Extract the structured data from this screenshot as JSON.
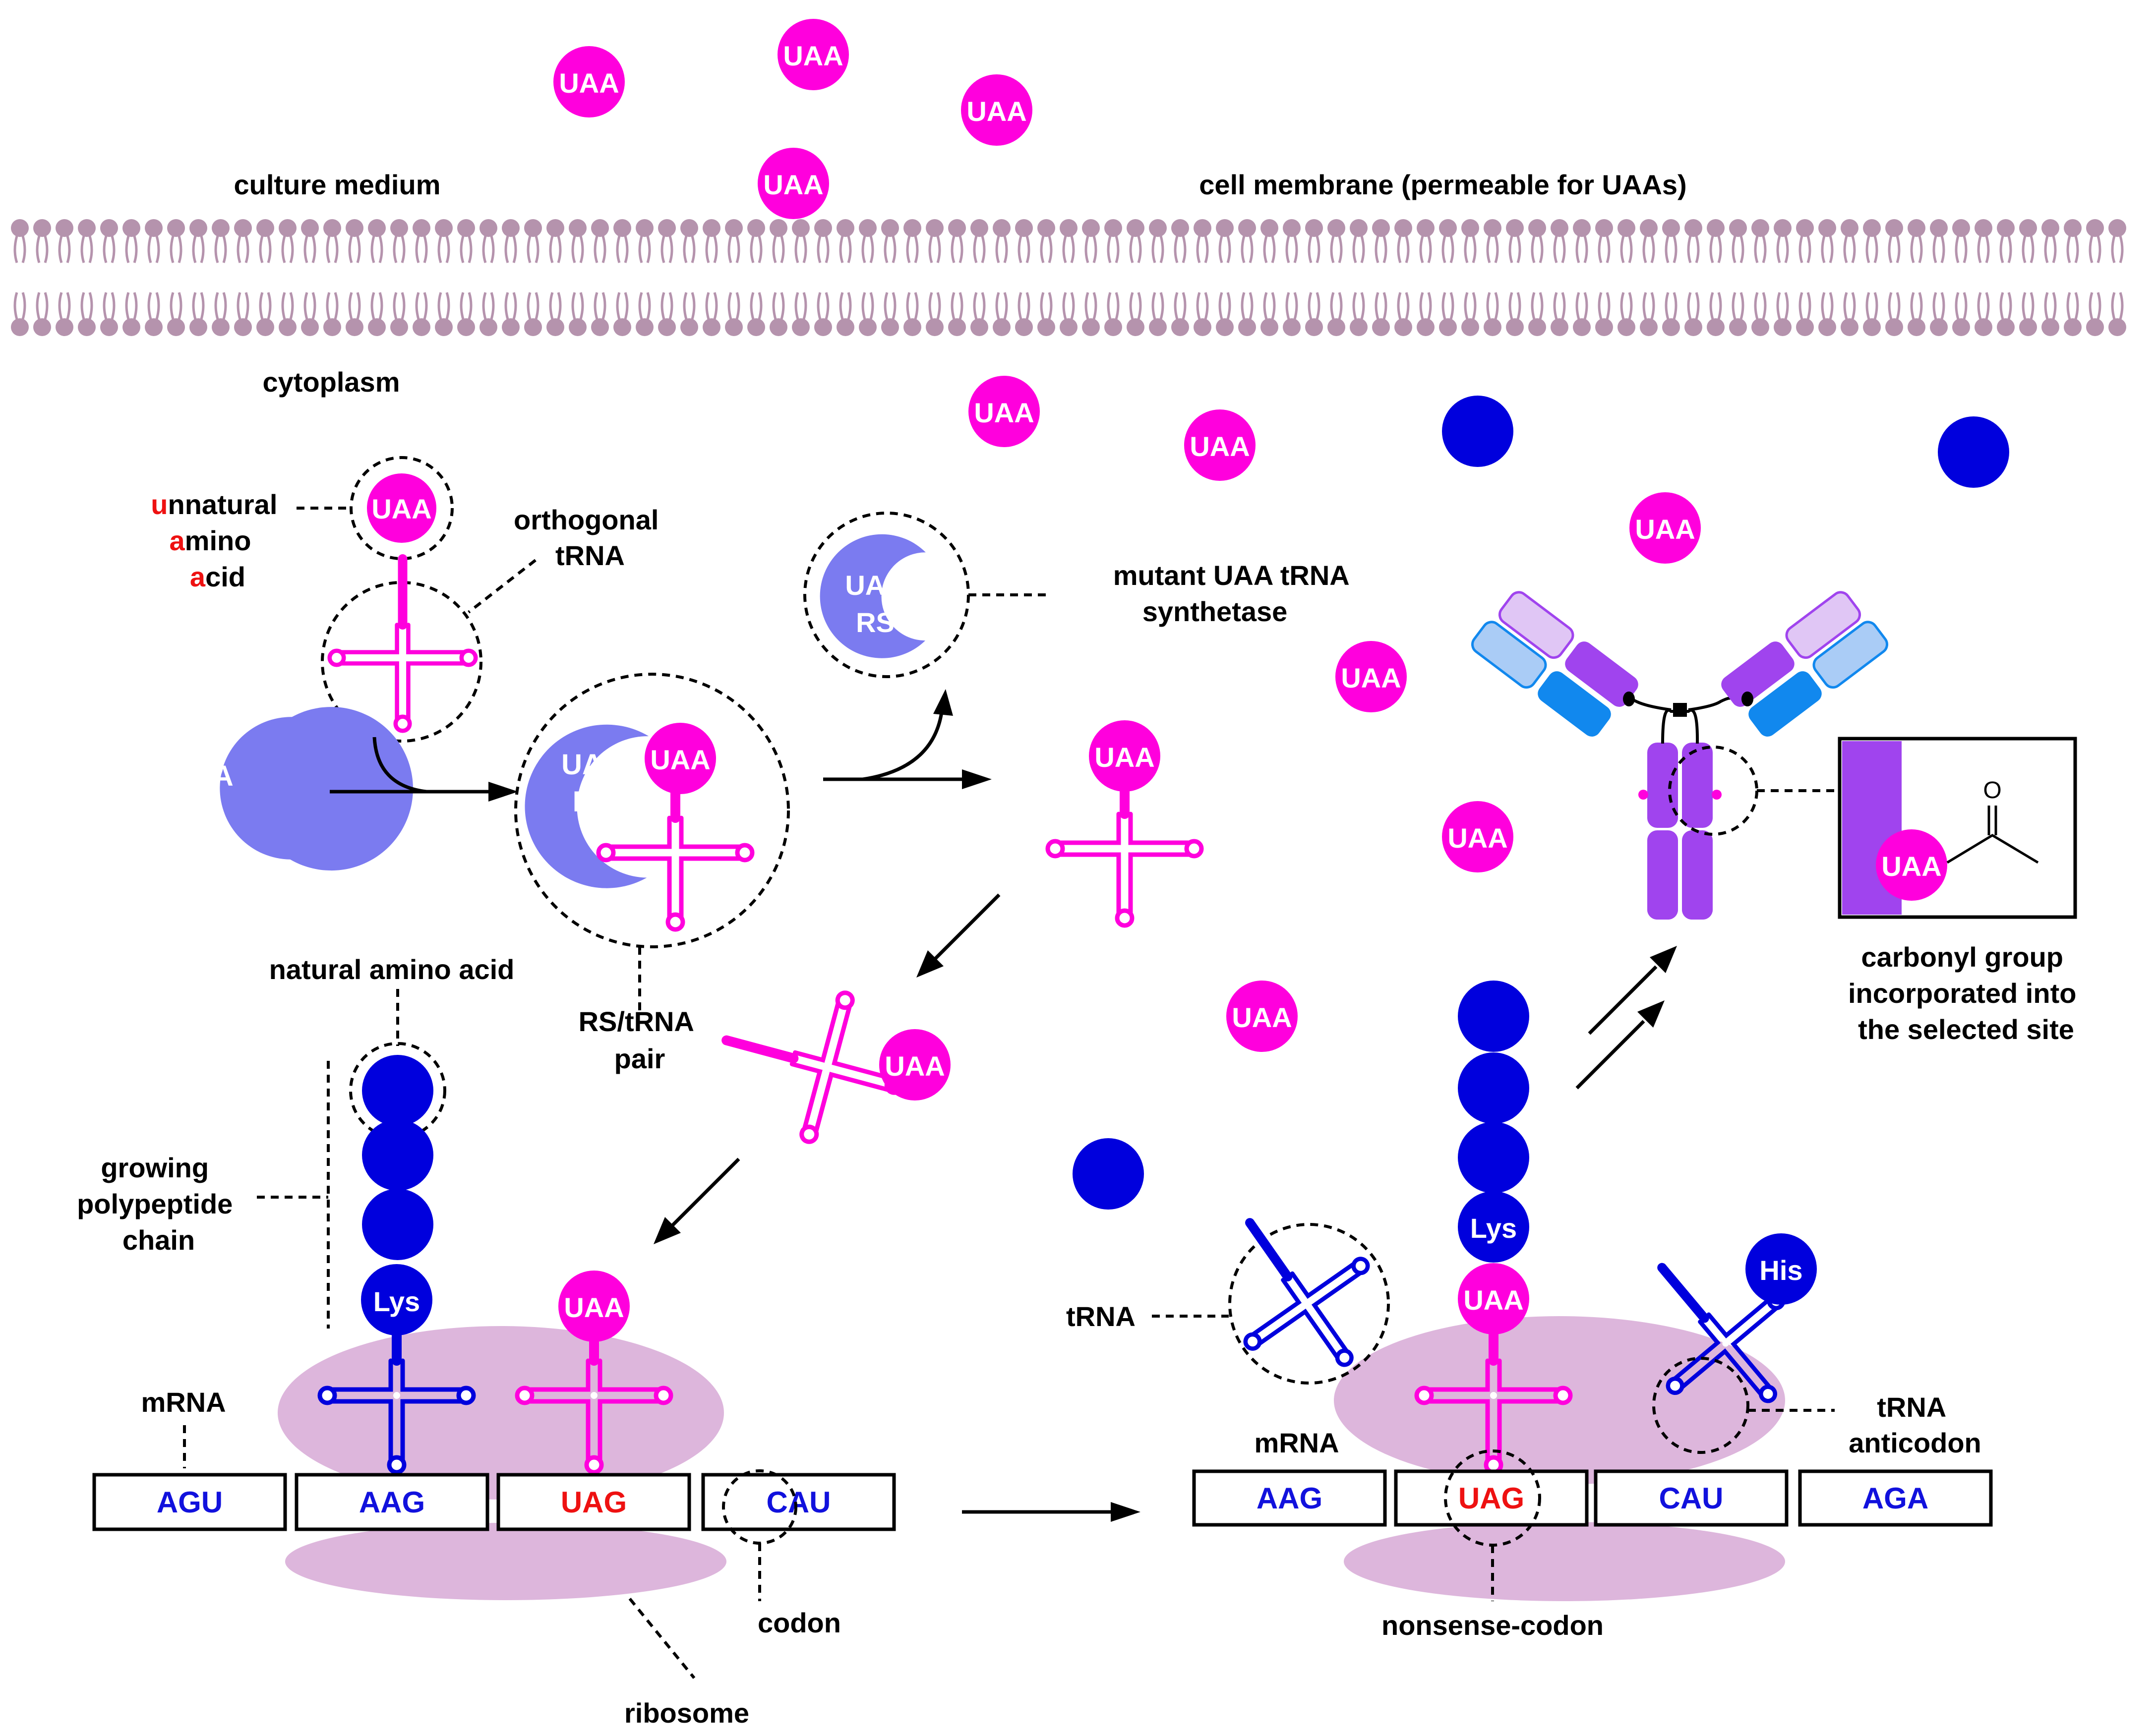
{
  "colors": {
    "uaa": "#ff00dd",
    "natural": "#0000dd",
    "synthetase": "#7b7bf0",
    "membrane": "#b593ad",
    "ribosome": "#ddb6dc",
    "stop_codon_text": "#ee1111",
    "codon_text": "#1111dd",
    "antibody_purple": "#a044ee",
    "antibody_blue": "#1188ee",
    "antibody_light": "#aaccf6"
  },
  "labels": {
    "culture_medium": "culture medium",
    "cell_membrane": "cell membrane (permeable for UAAs)",
    "cytoplasm": "cytoplasm",
    "uaa_line1_first": "u",
    "uaa_line1_rest": "nnatural",
    "uaa_line2_first": "a",
    "uaa_line2_rest": "mino",
    "uaa_line3_first": "a",
    "uaa_line3_rest": "cid",
    "orthogonal_1": "orthogonal",
    "orthogonal_2": "tRNA",
    "mutant_1": "mutant UAA tRNA",
    "mutant_2": "synthetase",
    "rs_pair_1": "RS/tRNA",
    "rs_pair_2": "pair",
    "natural_amino_acid": "natural amino acid",
    "growing_1": "growing",
    "growing_2": "polypeptide",
    "growing_3": "chain",
    "mrna_left": "mRNA",
    "mrna_right": "mRNA",
    "codon": "codon",
    "ribosome": "ribosome",
    "trna": "tRNA",
    "trna_anticodon_1": "tRNA",
    "trna_anticodon_2": "anticodon",
    "nonsense_codon": "nonsense-codon",
    "carbonyl_1": "carbonyl group",
    "carbonyl_2": "incorporated into",
    "carbonyl_3": "the selected site",
    "oxygen": "O"
  },
  "chips": {
    "uaa": "UAA",
    "uaa_rs_1": "UAA",
    "uaa_rs_2": "RS",
    "lys": "Lys",
    "his": "His"
  },
  "codons_left": [
    "AGU",
    "AAG",
    "UAG",
    "CAU"
  ],
  "codons_right": [
    "AAG",
    "UAG",
    "CAU",
    "AGA"
  ],
  "stop_codon": "UAG"
}
